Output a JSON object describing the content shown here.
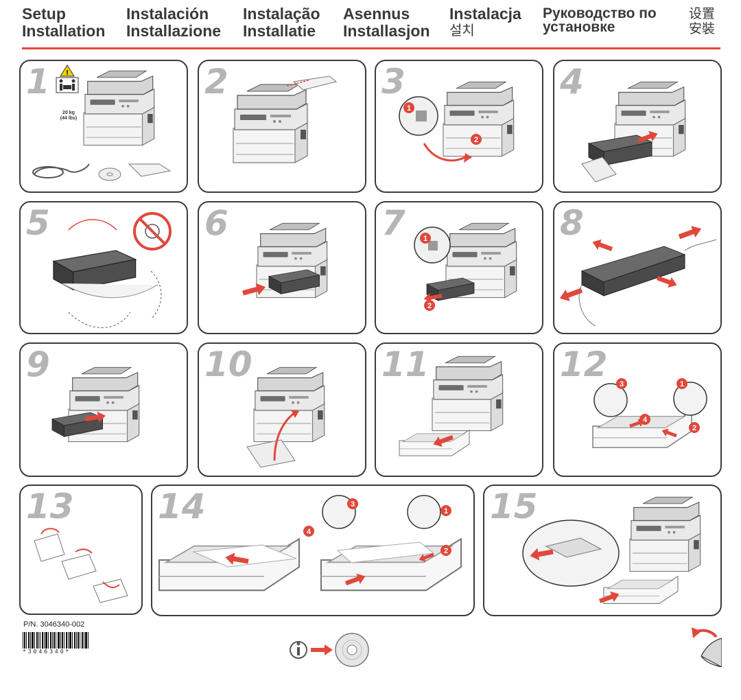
{
  "header": {
    "columns": [
      {
        "line1": "Setup",
        "line2": "Installation"
      },
      {
        "line1": "Instalación",
        "line2": "Installazione"
      },
      {
        "line1": "Instalação",
        "line2": "Installatie"
      },
      {
        "line1": "Asennus",
        "line2": "Installasjon"
      },
      {
        "line1": "Instalacja",
        "line2": "설치"
      },
      {
        "line1": "Руководство по",
        "line2": "установке"
      },
      {
        "line1": "设置",
        "line2": "安裝"
      }
    ]
  },
  "weight_label": {
    "kg": "20 kg",
    "lbs": "(44 lbs)"
  },
  "steps": [
    "1",
    "2",
    "3",
    "4",
    "5",
    "6",
    "7",
    "8",
    "9",
    "10",
    "11",
    "12",
    "13",
    "14",
    "15"
  ],
  "callouts": [
    "1",
    "2",
    "3",
    "4"
  ],
  "footer": {
    "part_number": "P/N. 3046340-002",
    "barcode_text": "*3046340*"
  },
  "colors": {
    "accent": "#e0483c",
    "border": "#3b3b3b",
    "step_number": "#b5b5b5"
  },
  "icons": [
    "warning-icon",
    "two-person-lift-icon",
    "no-light-icon",
    "info-icon",
    "cd-icon",
    "page-turn-icon"
  ]
}
